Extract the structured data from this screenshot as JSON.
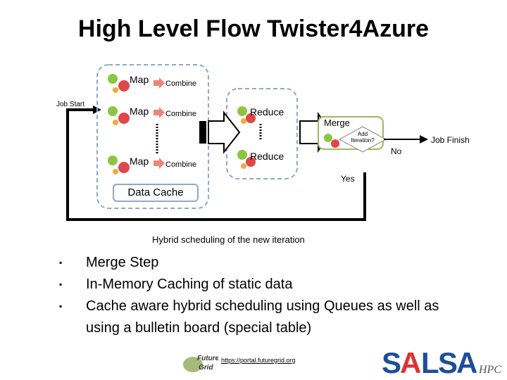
{
  "title": "High Level Flow Twister4Azure",
  "flow": {
    "job_start": "Job Start",
    "map_label": "Map",
    "combine_label": "Combine",
    "reduce_label": "Reduce",
    "merge_label": "Merge",
    "add_iteration": "Add Iteration?",
    "no_label": "No",
    "yes_label": "Yes",
    "job_finish": "Job Finish",
    "data_cache": "Data Cache",
    "hybrid_label": "Hybrid scheduling of the new iteration"
  },
  "bullets": [
    "Merge Step",
    "In-Memory Caching of static data",
    "Cache aware hybrid scheduling using Queues as well as using a bulletin board (special table)"
  ],
  "footer": {
    "url": "https://portal.futuregrid.org",
    "futuregrid_logo": "Future Grid",
    "salsa_logo": "SALSA",
    "hpc_logo": "HPC"
  },
  "colors": {
    "dashed_border": "#8fa8c8",
    "merge_border": "#9bbb59",
    "combine_arrow": "#e8887a",
    "loop_line": "#000000"
  }
}
